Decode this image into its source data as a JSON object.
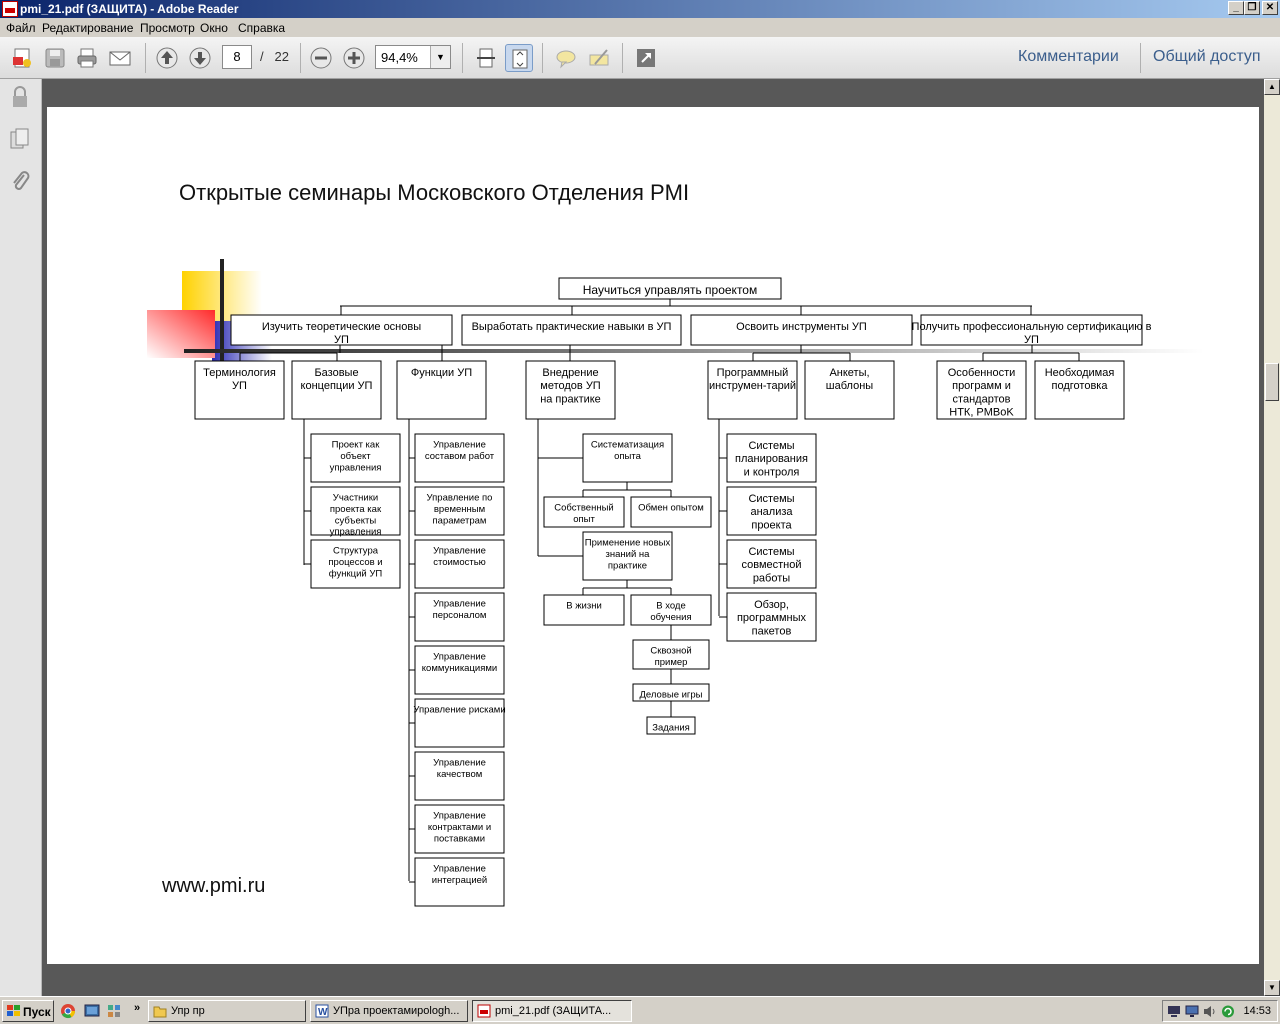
{
  "window": {
    "title": "pmi_21.pdf (ЗАЩИТА) - Adobe Reader",
    "minimize": "_",
    "restore": "❐",
    "close": "✕"
  },
  "menu": [
    "Файл",
    "Редактирование",
    "Просмотр",
    "Окно",
    "Справка"
  ],
  "toolbar": {
    "page_current": "8",
    "page_separator": "/",
    "page_total": "22",
    "zoom": "94,4%",
    "comments": "Комментарии",
    "share": "Общий доступ"
  },
  "colors": {
    "accent_yellow": "#ffd200",
    "accent_red": "#ff2a2a",
    "accent_blue": "#2a2ab4",
    "link_blue": "#3b5e8c"
  },
  "document": {
    "title": "Открытые семинары Московского Отделения PMI",
    "footer": "www.pmi.ru",
    "root": "Научиться управлять проектом",
    "level1": [
      "Изучить теоретические основы УП",
      "Выработать практические навыки в УП",
      "Освоить инструменты УП",
      "Получить профессиональную сертификацию в УП"
    ],
    "level2": [
      "Терминология УП",
      "Базовые концепции УП",
      "Функции УП",
      "Внедрение методов УП на практике",
      "Программный инструмен-тарий",
      "Анкеты, шаблоны",
      "Особенности программ и стандартов НТК, PMBoK",
      "Необходимая подготовка"
    ],
    "concepts": [
      "Проект как объект управления",
      "Участники проекта как субъекты управления",
      "Структура процессов и функций УП"
    ],
    "functions": [
      "Управление составом работ",
      "Управление по временным параметрам",
      "Управление стоимостью",
      "Управление персоналом",
      "Управление коммуникациями",
      "Управление рисками",
      "Управление качеством",
      "Управление контрактами и поставками",
      "Управление интеграцией"
    ],
    "practice": [
      "Систематизация опыта",
      "Собственный опыт",
      "Обмен опытом",
      "Применение новых знаний на практике",
      "В жизни",
      "В ходе обучения",
      "Сквозной пример",
      "Деловые игры",
      "Задания"
    ],
    "tools": [
      "Системы планирования и контроля",
      "Системы анализа проекта",
      "Системы совместной работы",
      "Обзор, программных пакетов"
    ]
  },
  "taskbar": {
    "start": "Пуск",
    "tasks": [
      "Упр пр",
      "УПра проектамиpologh...",
      "pmi_21.pdf (ЗАЩИТА..."
    ],
    "clock": "14:53",
    "chevron": "»"
  }
}
